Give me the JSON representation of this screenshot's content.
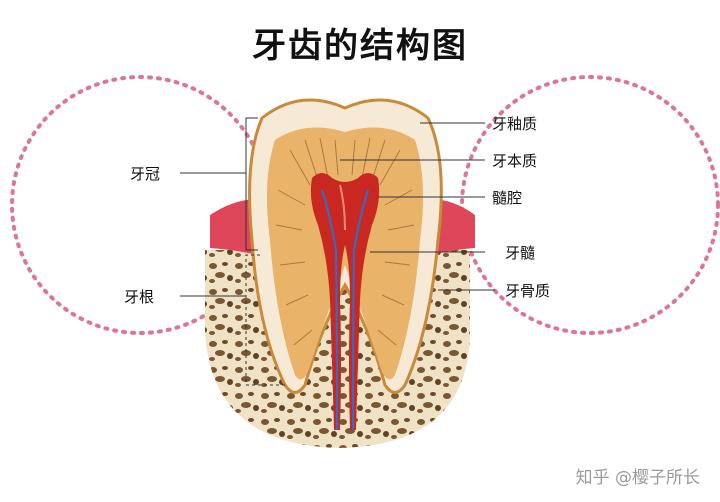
{
  "title": "牙齿的结构图",
  "labels": {
    "crown": "牙冠",
    "root": "牙根",
    "enamel": "牙釉质",
    "dentin": "牙本质",
    "pulp_cavity": "髓腔",
    "pulp": "牙髓",
    "cementum": "牙骨质"
  },
  "watermark": "知乎 @樱子所长",
  "colors": {
    "enamel": "#f6ead6",
    "dentin": "#e9b36a",
    "pulp": "#c8281f",
    "gum": "#e0465a",
    "bone": "#7a5733",
    "dotted_circle": "#d9668a"
  }
}
